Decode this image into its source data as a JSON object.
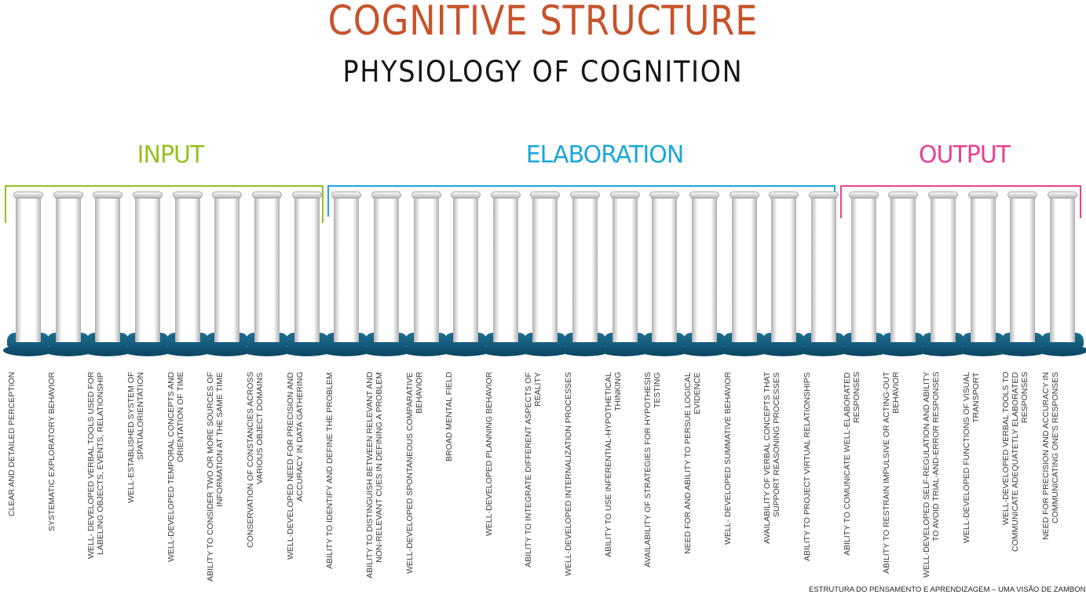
{
  "title": "COGNITIVE STRUCTURE",
  "subtitle": "PHYSIOLOGY OF COGNITION",
  "groups": [
    {
      "label": "INPUT",
      "color": "#96c11f"
    },
    {
      "label": "ELABORATION",
      "color": "#1aa6dc"
    },
    {
      "label": "OUTPUT",
      "color": "#e8418f"
    }
  ],
  "pillar_labels": [
    "CLEAR AND DETAILED PERCEPTION",
    "SYSTEMATIC EXPLORATORY BEHAVIOR",
    "WELL- DEVELOPED VERBAL TOOLS USED FOR LABELING OBJECTS, EVENTS, RELATIONSHIP",
    "WELL-ESTABLISHED SYSTEM OF SPATIALORIENTATION",
    "WELL-DEVELOPED TEMPORAL CONCEPTS AND ORIENTATION OF TIME",
    "ABILITY TO CONSIDER TWO OR MORE SOURCES OF INFORMATION AT THE SAME TIME",
    "CONSERVATION OF CONSTANCIES ACROSS VARIOUS OBJECT DOMAINS",
    "WELL-DEVELOPED NEED FOR PRECISION AND ACCURACY IN DATA GATHERING",
    "ABILITY TO IDENTIFY AND DEFINE  THE PROBLEM",
    "ABILITY TO DISTINGUISH BETWEEN RELEVANT AND NON-RELEVANT CUES IN DEFINING A PROBLEM",
    "WELL-DEVELOPED SPONTANEOUS COMPARATIVE BEHAVIOR",
    "BROAD MENTAL FIELD",
    "WELL-DEVELOPED PLANNING BEHAVIOR",
    "ABILITY TO INTEGRATE DIFFERENT ASPECTS OF REALITY",
    "WELL-DEVELOPED INTERNALIZATION PROCESSES",
    "ABILITY TO USE INFERENTIAL-HYPOTHETICAL THINKING",
    "AVAILABILITY OF STRATEGIES FOR HYPOTHESIS TESTING",
    "NEED FOR AND ABILITY TO PERSUE LOGICAL EVIDENCE",
    "WELL- DEVELOPED SUMMATIVE BEHAVIOR",
    "AVAILABILITY OF VERBAL CONCEPTS THAT SUPPORT REASONING PROCESSES",
    "ABILITY TO PROJECT VIRTUAL RELATIONSHIPS",
    "ABILITY TO COMUNICATE WELL-ELABORATED RESPONSES",
    "ABILITY TO RESTRAIN IMPULSIVE OR ACTING-OUT BEHAVIOR",
    "WELL-DEVELOPED  SELF-REGULATION AND ABILITY TO AVOID TRIAL-AND-ERROR RESPONSES",
    "WELL-DEVELOPED FUNCTIONS OF VISUAL TRANSPORT",
    "WELL-DEVELOPED VERBAL TOOLS TO COMMUNICATE  ADEQUATETLY ELABORATED RESPONSES",
    "NEED FOR PRECISION  AND ACCURACY  IN COMMUNICATING ONE'S  RESPONSES"
  ],
  "footer": "ESTRUTURA DO PENSAMENTO E APRENDIZAGEM – UMA VISÃO DE ZAMBONI©"
}
